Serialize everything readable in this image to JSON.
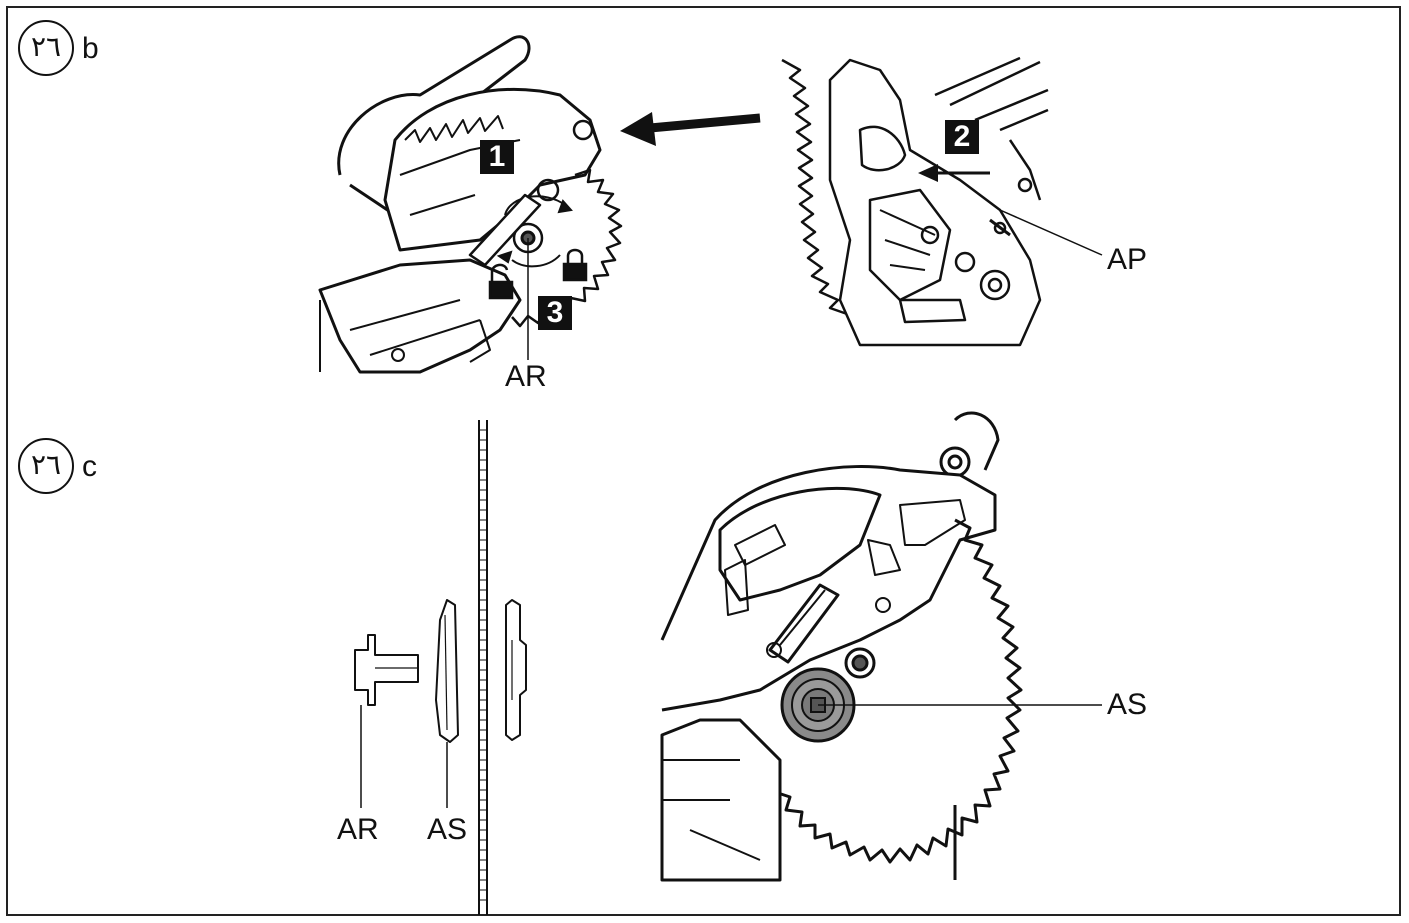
{
  "figure_b": {
    "figure_number": "٢٦",
    "sub_label": "b",
    "step_badges": [
      "1",
      "2",
      "3"
    ],
    "callouts": {
      "ar": "AR",
      "ap": "AP"
    },
    "icons": [
      "arrow-left-icon",
      "rotate-arrow-icon",
      "lock-icon",
      "unlock-icon"
    ]
  },
  "figure_c": {
    "figure_number": "٢٦",
    "sub_label": "c",
    "callouts": {
      "ar": "AR",
      "as_exploded": "AS",
      "as_saw": "AS"
    }
  },
  "colors": {
    "ink": "#111111",
    "badge_bg": "#111111",
    "badge_text": "#ffffff",
    "washer_fill": "#8a8a8a"
  }
}
